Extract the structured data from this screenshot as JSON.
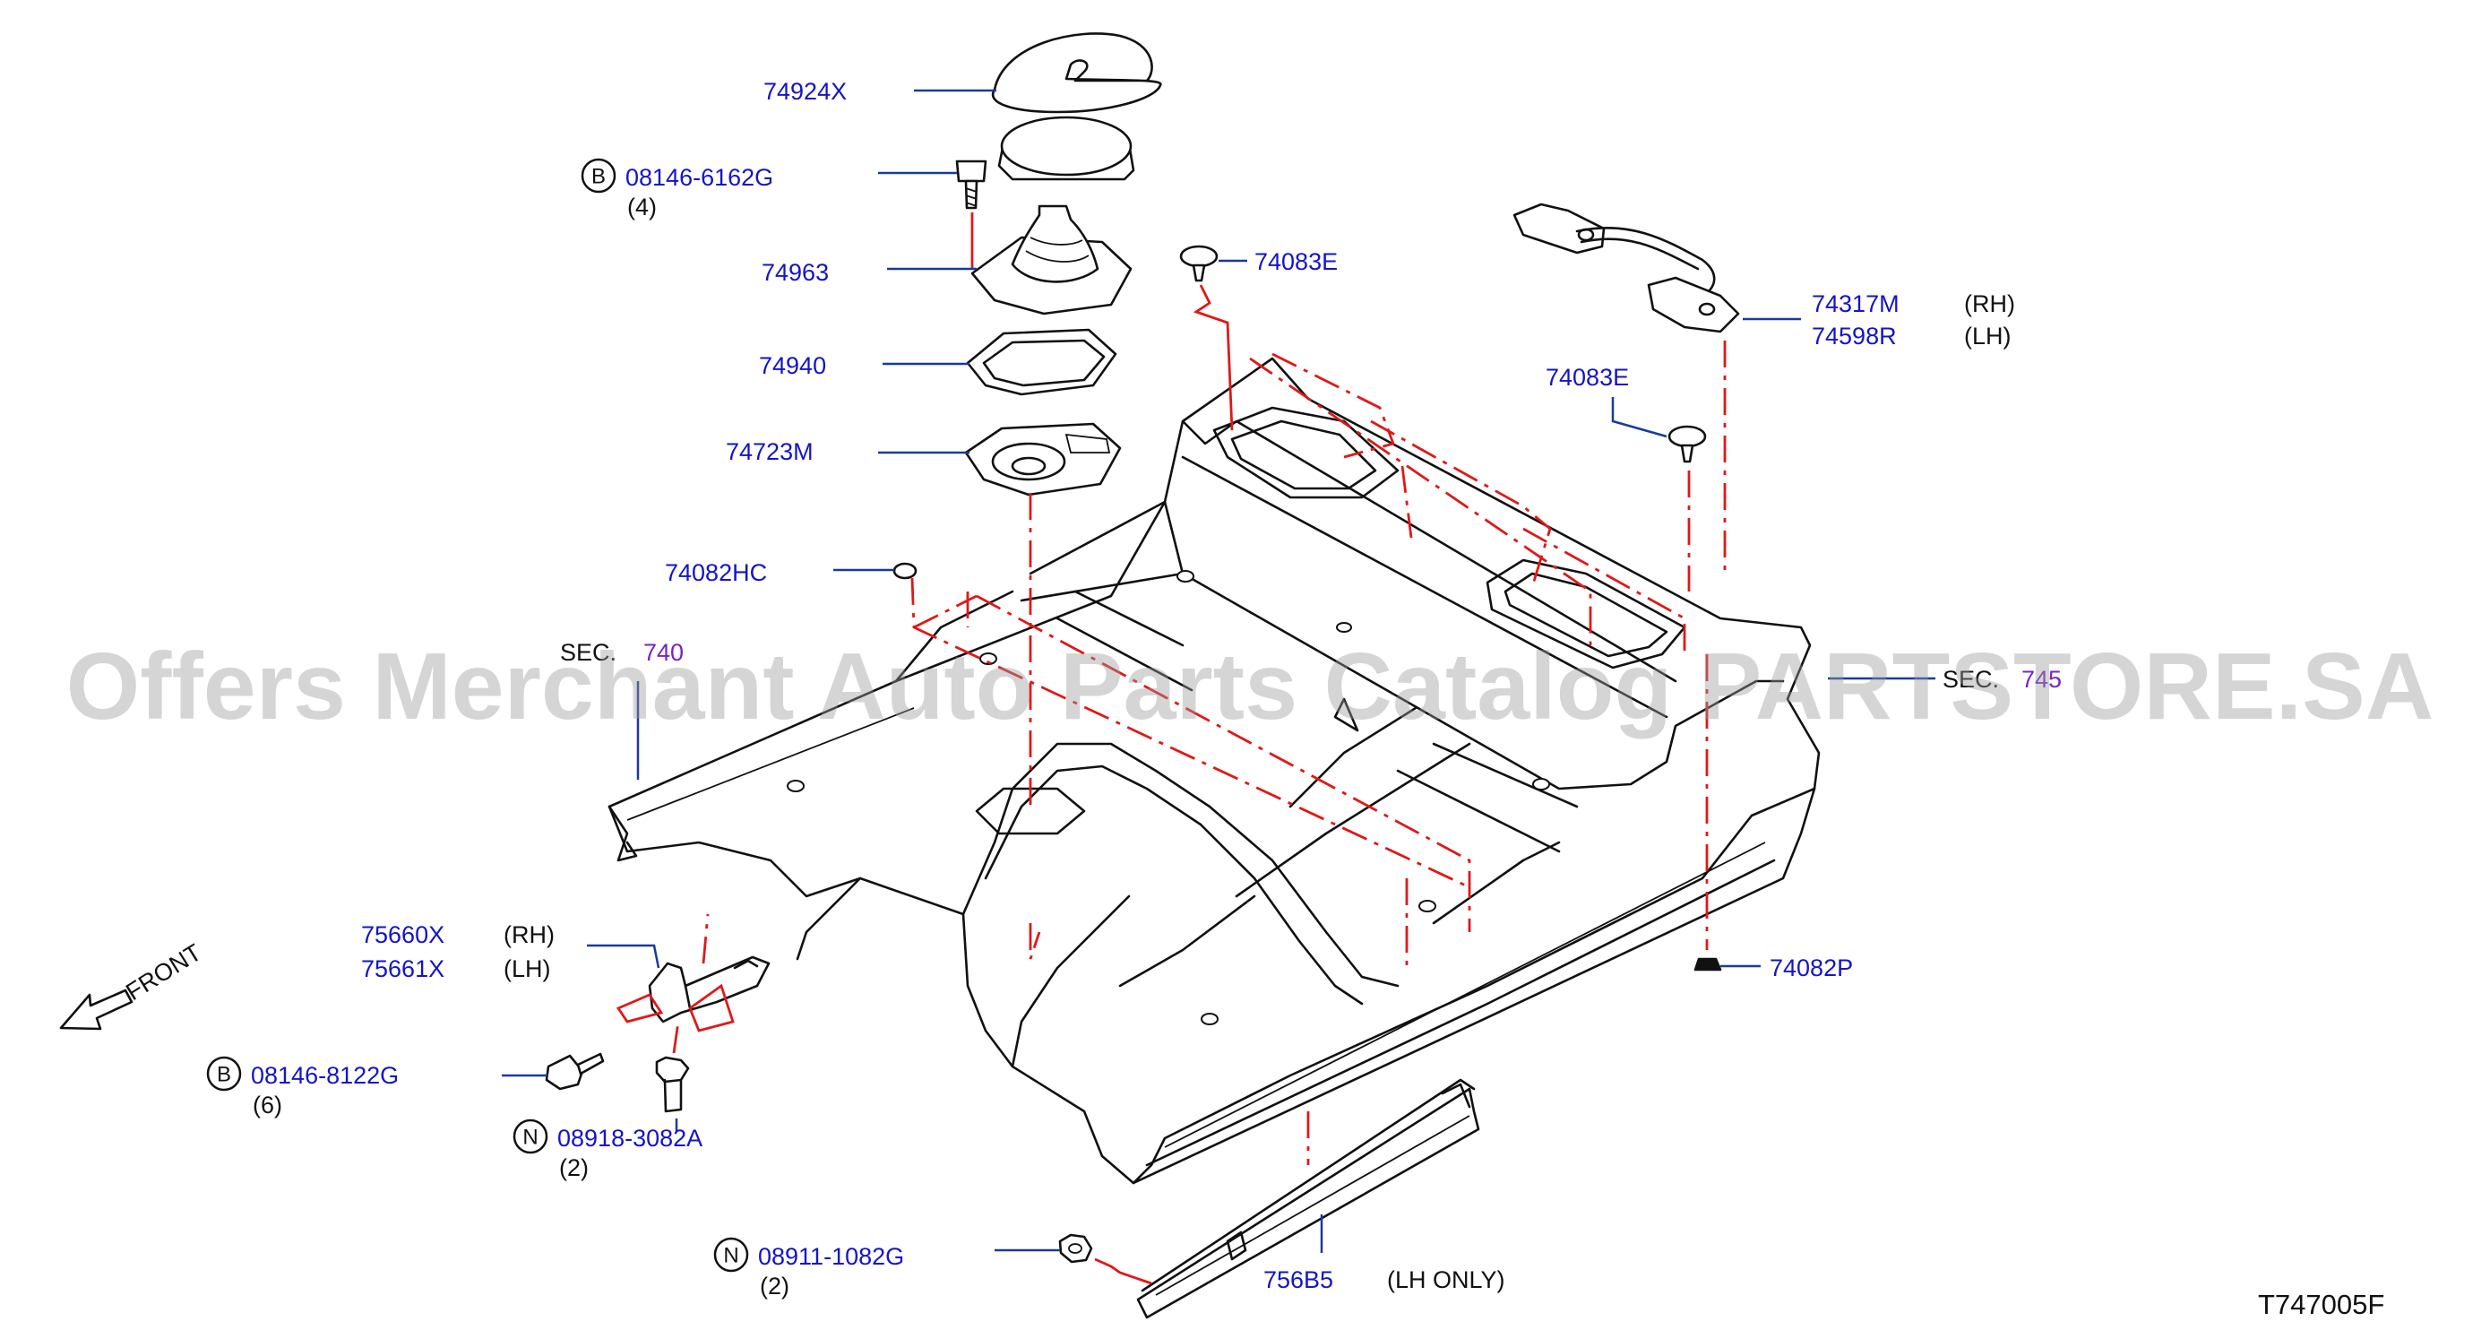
{
  "watermark": "Offers Merchant Auto Parts Catalog PARTSTORE.SA",
  "drawing_code": "T747005F",
  "front_label": "FRONT",
  "sections": [
    {
      "label": "SEC.",
      "ref": "740"
    },
    {
      "label": "SEC.",
      "ref": "745"
    }
  ],
  "parts": {
    "p74924X": {
      "number": "74924X"
    },
    "p08146_6162G": {
      "badge": "B",
      "number": "08146-6162G",
      "qty": "(4)"
    },
    "p74963": {
      "number": "74963"
    },
    "p74083E_top": {
      "number": "74083E"
    },
    "p74940": {
      "number": "74940"
    },
    "p74317M": {
      "number": "74317M",
      "side": "(RH)"
    },
    "p74598R": {
      "number": "74598R",
      "side": "(LH)"
    },
    "p74083E_right": {
      "number": "74083E"
    },
    "p74723M": {
      "number": "74723M"
    },
    "p74082HC": {
      "number": "74082HC"
    },
    "p75660X": {
      "number": "75660X",
      "side": "(RH)"
    },
    "p75661X": {
      "number": "75661X",
      "side": "(LH)"
    },
    "p74082P": {
      "number": "74082P"
    },
    "p08146_8122G": {
      "badge": "B",
      "number": "08146-8122G",
      "qty": "(6)"
    },
    "p08918_3082A": {
      "badge": "N",
      "number": "08918-3082A",
      "qty": "(2)"
    },
    "p08911_1082G": {
      "badge": "N",
      "number": "08911-1082G",
      "qty": "(2)"
    },
    "p756B5": {
      "number": "756B5",
      "note": "(LH   ONLY)"
    }
  },
  "colors": {
    "part_number": "#1414c8",
    "section_link": "#7a22c8",
    "leader": "#1a3a9a",
    "guide_line": "#e01818",
    "outline": "#111111",
    "watermark": "#9b9b9b"
  }
}
